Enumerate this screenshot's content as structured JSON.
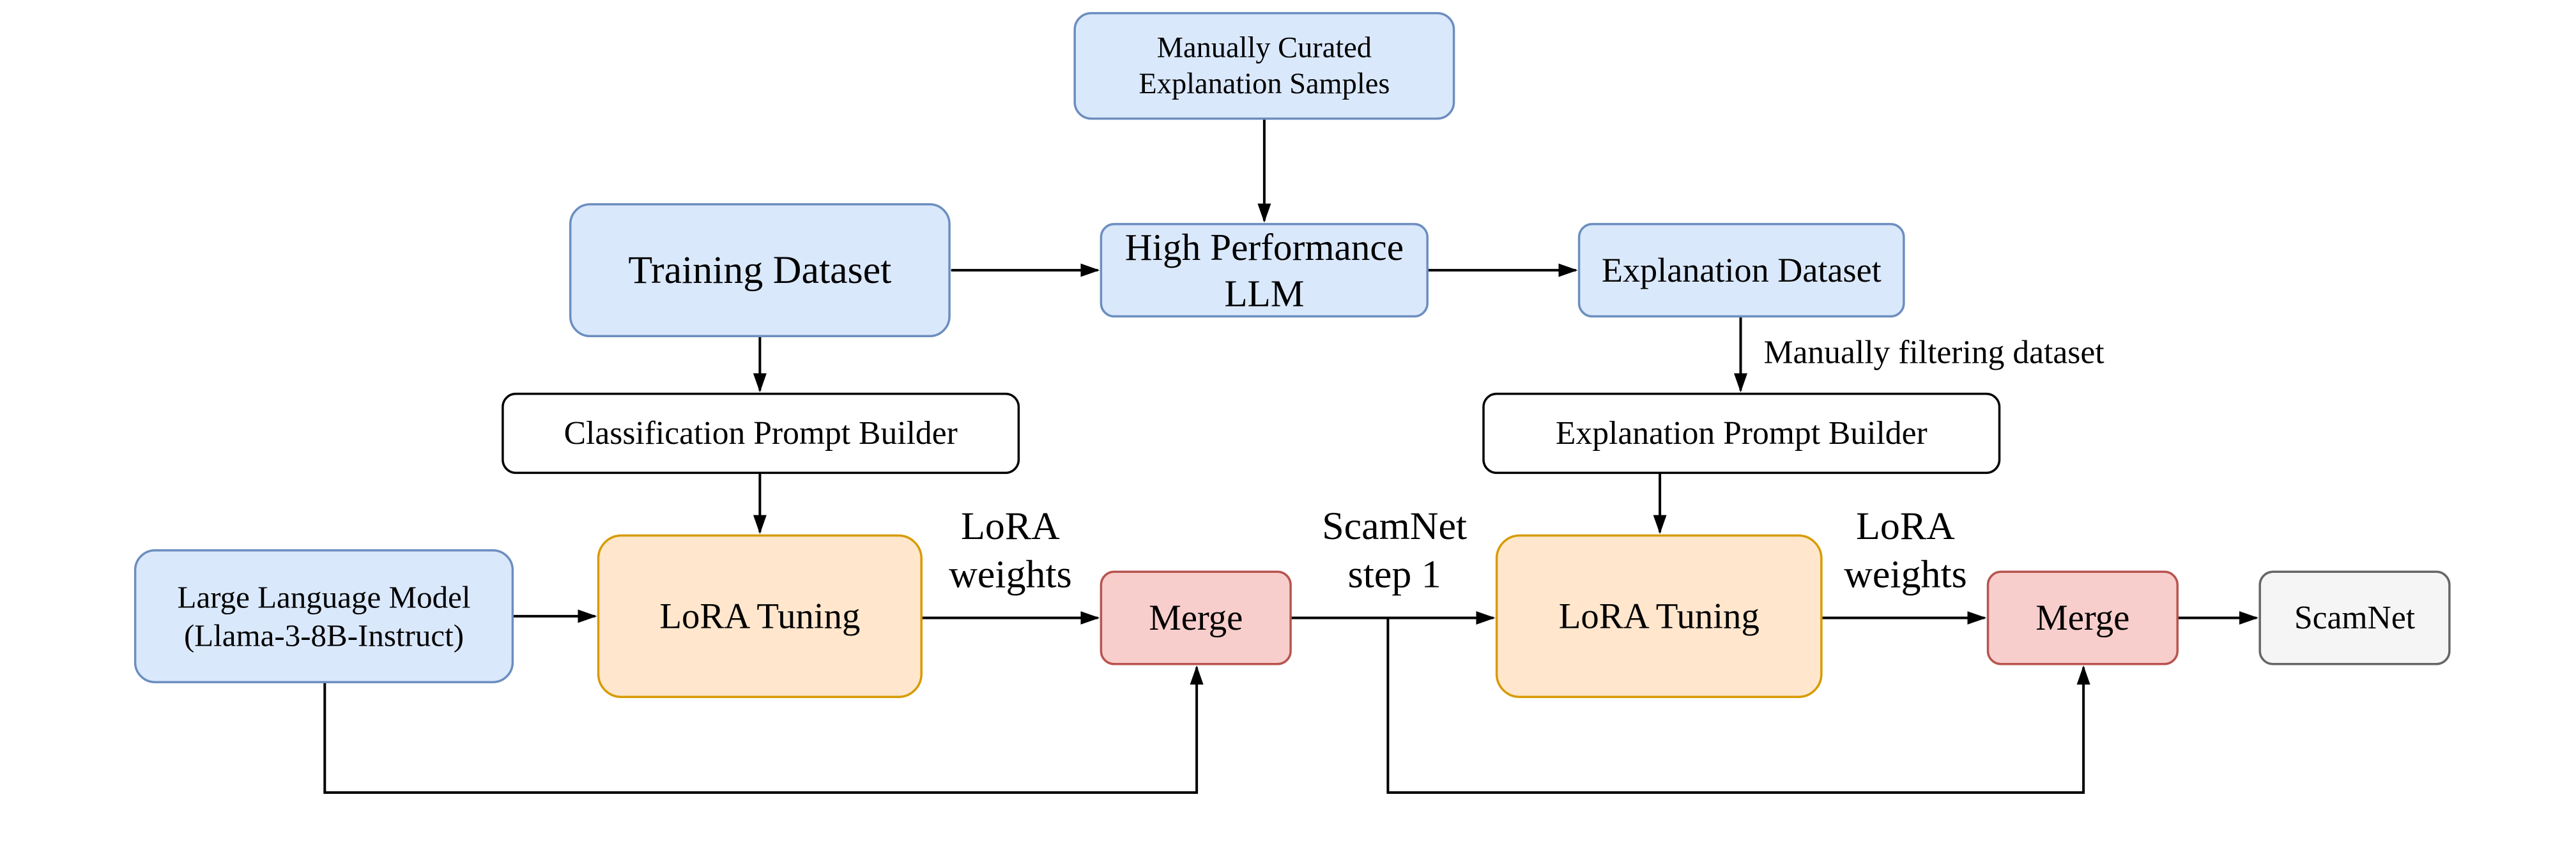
{
  "colors": {
    "blue_fill": "#dae8fc",
    "blue_stroke": "#6c8ebf",
    "orange_fill": "#ffe6cc",
    "orange_stroke": "#d79b00",
    "red_fill": "#f8cecc",
    "red_stroke": "#b85450",
    "gray_fill": "#f5f5f5",
    "gray_stroke": "#666666",
    "gray_text": "#333333",
    "white_fill": "#ffffff",
    "black": "#000000"
  },
  "nodes": {
    "curated": {
      "lines": [
        "Manually Curated",
        "Explanation Samples"
      ]
    },
    "training": {
      "lines": [
        "Training Dataset"
      ]
    },
    "hp_llm": {
      "lines": [
        "High Performance",
        "LLM"
      ]
    },
    "explanation_dataset": {
      "lines": [
        "Explanation Dataset"
      ]
    },
    "class_prompt": {
      "lines": [
        "Classification Prompt Builder"
      ]
    },
    "expl_prompt": {
      "lines": [
        "Explanation Prompt Builder"
      ]
    },
    "llm": {
      "lines": [
        "Large Language Model",
        "(Llama-3-8B-Instruct)"
      ]
    },
    "lora1": {
      "lines": [
        "LoRA Tuning"
      ]
    },
    "merge1": {
      "lines": [
        "Merge"
      ]
    },
    "lora2": {
      "lines": [
        "LoRA Tuning"
      ]
    },
    "merge2": {
      "lines": [
        "Merge"
      ]
    },
    "scamnet": {
      "lines": [
        "ScamNet"
      ]
    }
  },
  "edge_labels": {
    "filter": {
      "lines": [
        "Manually filtering dataset"
      ]
    },
    "weights1": {
      "lines": [
        "LoRA",
        "weights"
      ]
    },
    "step1": {
      "lines": [
        "ScamNet",
        "step 1"
      ]
    },
    "weights2": {
      "lines": [
        "LoRA",
        "weights"
      ]
    }
  }
}
